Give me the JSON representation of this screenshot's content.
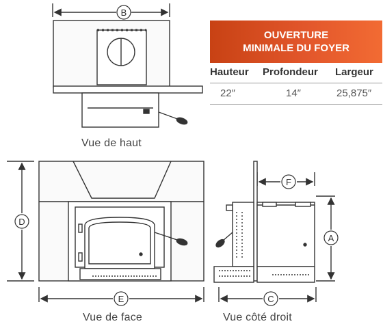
{
  "table": {
    "banner_line1": "OUVERTURE",
    "banner_line2": "MINIMALE DU FOYER",
    "headers": [
      "Hauteur",
      "Profondeur",
      "Largeur"
    ],
    "values": [
      "22″",
      "14″",
      "25,875″"
    ]
  },
  "captions": {
    "top": "Vue de haut",
    "front": "Vue de face",
    "side": "Vue côté droit"
  },
  "dimension_labels": {
    "A": "A",
    "B": "B",
    "C": "C",
    "D": "D",
    "E": "E",
    "F": "F"
  },
  "colors": {
    "banner_start": "#c84214",
    "banner_end": "#f26b33",
    "line": "#333333",
    "panel": "#f2f2f2"
  }
}
